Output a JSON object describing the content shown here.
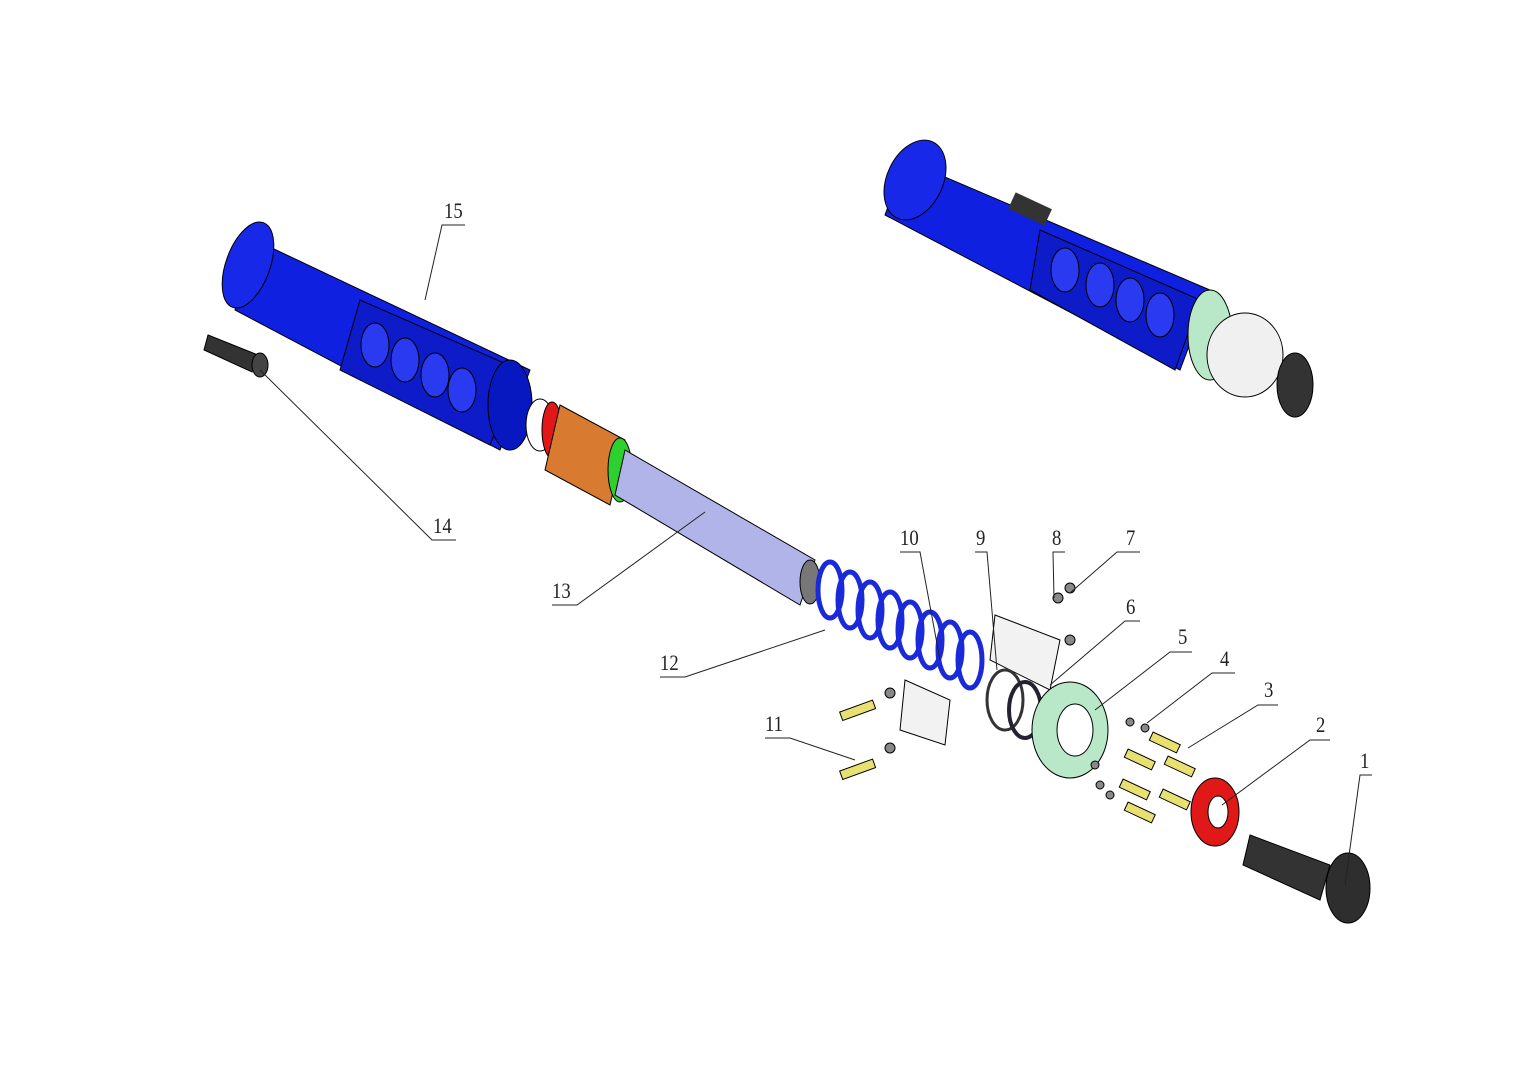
{
  "diagram": {
    "type": "exploded-assembly",
    "views": [
      "exploded",
      "assembled"
    ],
    "colors": {
      "housing": "#1020e0",
      "sleeve_orange": "#d87a30",
      "shaft": "#b0b4e8",
      "spring": "#1a2ad8",
      "ring_red": "#e01818",
      "ring_green": "#2ed030",
      "flange": "#b8e8c8",
      "bolt": "#e8e070",
      "clamp": "#f2f2f2",
      "tip": "#3a3a3a"
    },
    "labels": [
      {
        "id": "1",
        "text": "1"
      },
      {
        "id": "2",
        "text": "2"
      },
      {
        "id": "3",
        "text": "3"
      },
      {
        "id": "4",
        "text": "4"
      },
      {
        "id": "5",
        "text": "5"
      },
      {
        "id": "6",
        "text": "6"
      },
      {
        "id": "7",
        "text": "7"
      },
      {
        "id": "8",
        "text": "8"
      },
      {
        "id": "9",
        "text": "9"
      },
      {
        "id": "10",
        "text": "10"
      },
      {
        "id": "11",
        "text": "11"
      },
      {
        "id": "12",
        "text": "12"
      },
      {
        "id": "13",
        "text": "13"
      },
      {
        "id": "14",
        "text": "14"
      },
      {
        "id": "15",
        "text": "15"
      }
    ]
  }
}
